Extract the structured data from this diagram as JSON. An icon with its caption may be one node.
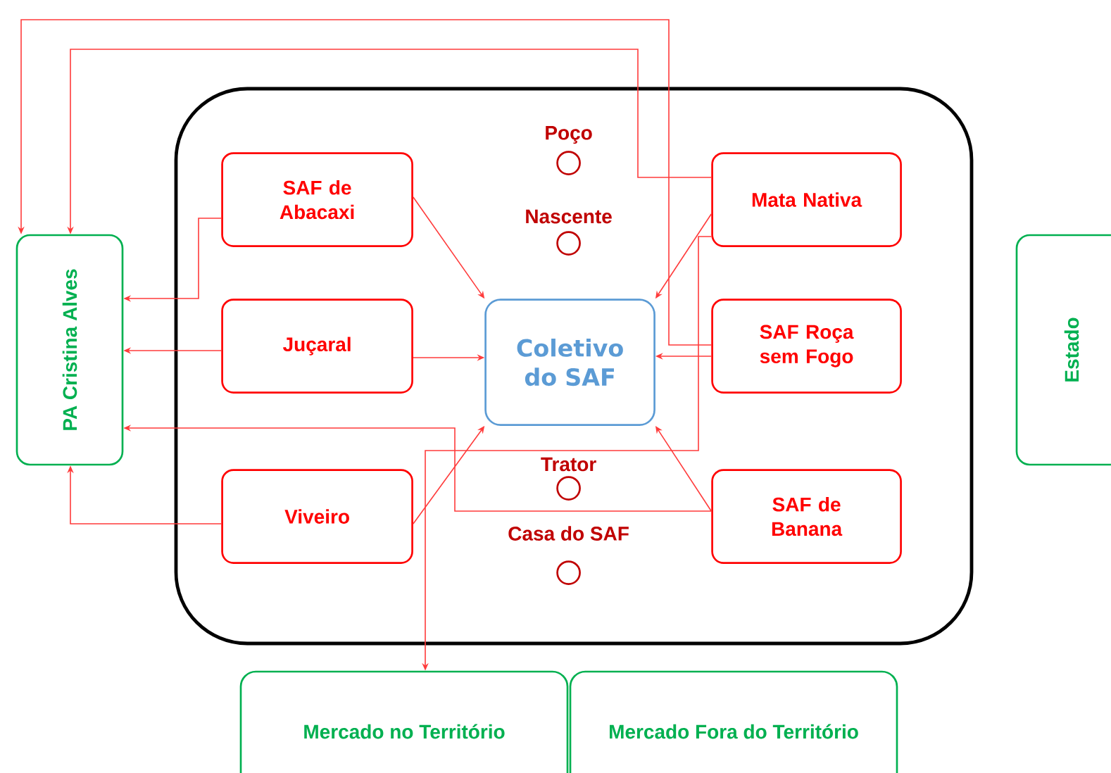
{
  "diagram": {
    "nodes": [
      {
        "text": [],
        "shape": "box"
      },
      {
        "text": [
          "Poço"
        ],
        "in": 0
      },
      {
        "text": [
          "SAF de Abacaxi"
        ],
        "in": 0
      },
      {
        "text": [
          "Mata Nativa"
        ],
        "in": 0
      },
      {
        "text": [
          "Nascente"
        ],
        "in": 0
      },
      {
        "text": [
          "Juçaral"
        ],
        "in": 0
      },
      {
        "text": [
          "Coletivo do SAF"
        ],
        "in": 0
      },
      {
        "text": [
          "SAF Roça sem Fogo"
        ],
        "in": 0
      },
      {
        "text": [
          "Trator"
        ],
        "in": 0
      },
      {
        "text": [
          "Viveiro"
        ],
        "in": 0
      },
      {
        "text": [
          "SAF de Banana"
        ],
        "in": 0
      },
      {
        "text": [
          "Casa do SAF"
        ],
        "in": 0
      },
      {
        "text": [
          "PA Cristina Alves"
        ]
      },
      {
        "text": [
          "Estado"
        ]
      },
      {
        "text": [
          "Mercado no Território"
        ]
      },
      {
        "text": [
          "Mercado Fora do Território"
        ]
      }
    ],
    "edges": [
      {
        "from": 2,
        "to": 12,
        "arrow": "to"
      },
      {
        "from": 2,
        "to": 6,
        "arrow": "to"
      },
      {
        "from": 3,
        "to": 6,
        "arrow": "to"
      },
      {
        "from": 3,
        "to": 12,
        "arrow": "to"
      },
      {
        "from": 7,
        "to": 12,
        "arrow": "to"
      },
      {
        "from": 7,
        "to": 6,
        "arrow": "to"
      },
      {
        "from": 5,
        "to": 12,
        "arrow": "to"
      },
      {
        "from": 5,
        "to": 6,
        "arrow": "to"
      },
      {
        "from": 10,
        "to": 12,
        "arrow": "to"
      },
      {
        "from": 10,
        "to": 6,
        "arrow": "to"
      },
      {
        "from": 9,
        "to": 12,
        "arrow": "to"
      },
      {
        "from": 9,
        "to": 6,
        "arrow": "to"
      },
      {
        "from": 3,
        "to": 14,
        "arrow": "to"
      }
    ]
  }
}
